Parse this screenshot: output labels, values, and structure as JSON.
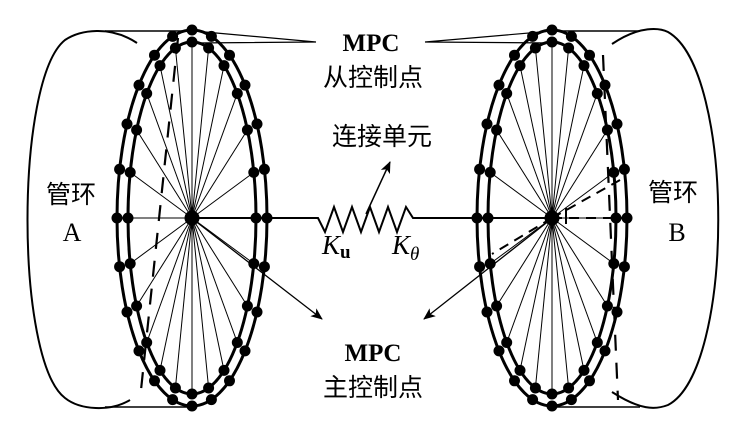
{
  "diagram": {
    "title": "MPC pipe ring connection schematic",
    "labels": {
      "slave_points_line1": "MPC",
      "slave_points_line2": "从控制点",
      "master_points_line1": "MPC",
      "master_points_line2": "主控制点",
      "connector": "连接单元",
      "ring_a_line1": "管环",
      "ring_a_line2": "A",
      "ring_b_line1": "管环",
      "ring_b_line2": "B",
      "k_u_main": "K",
      "k_u_sub": "u",
      "k_theta_main": "K",
      "k_theta_sub": "θ"
    },
    "rings": [
      {
        "id": "A",
        "outer_node_count": 24,
        "inner_node_count": 24,
        "spoke_count": 24
      },
      {
        "id": "B",
        "outer_node_count": 24,
        "inner_node_count": 24,
        "spoke_count": 24
      }
    ],
    "colors": {
      "stroke": "#000000",
      "background": "#ffffff"
    }
  }
}
